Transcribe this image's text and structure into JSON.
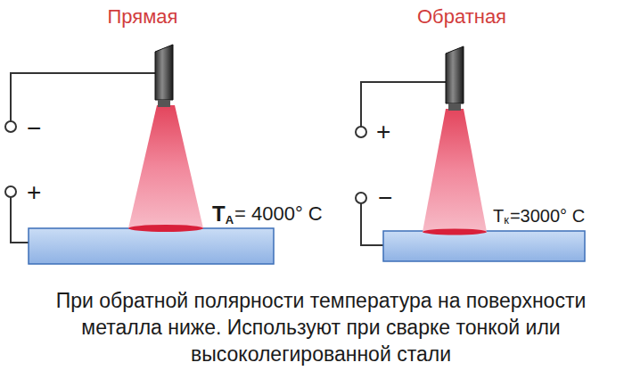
{
  "diagram": {
    "caption": "При обратной полярности температура на поверхности металла ниже. Используют при сварке тонкой или высоколегированной стали",
    "labels": [
      "Прямая",
      "−",
      "+",
      "T",
      "A",
      "= 4000° C",
      "Обратная",
      "+",
      "−",
      "T",
      "к",
      "=3000° C"
    ]
  }
}
